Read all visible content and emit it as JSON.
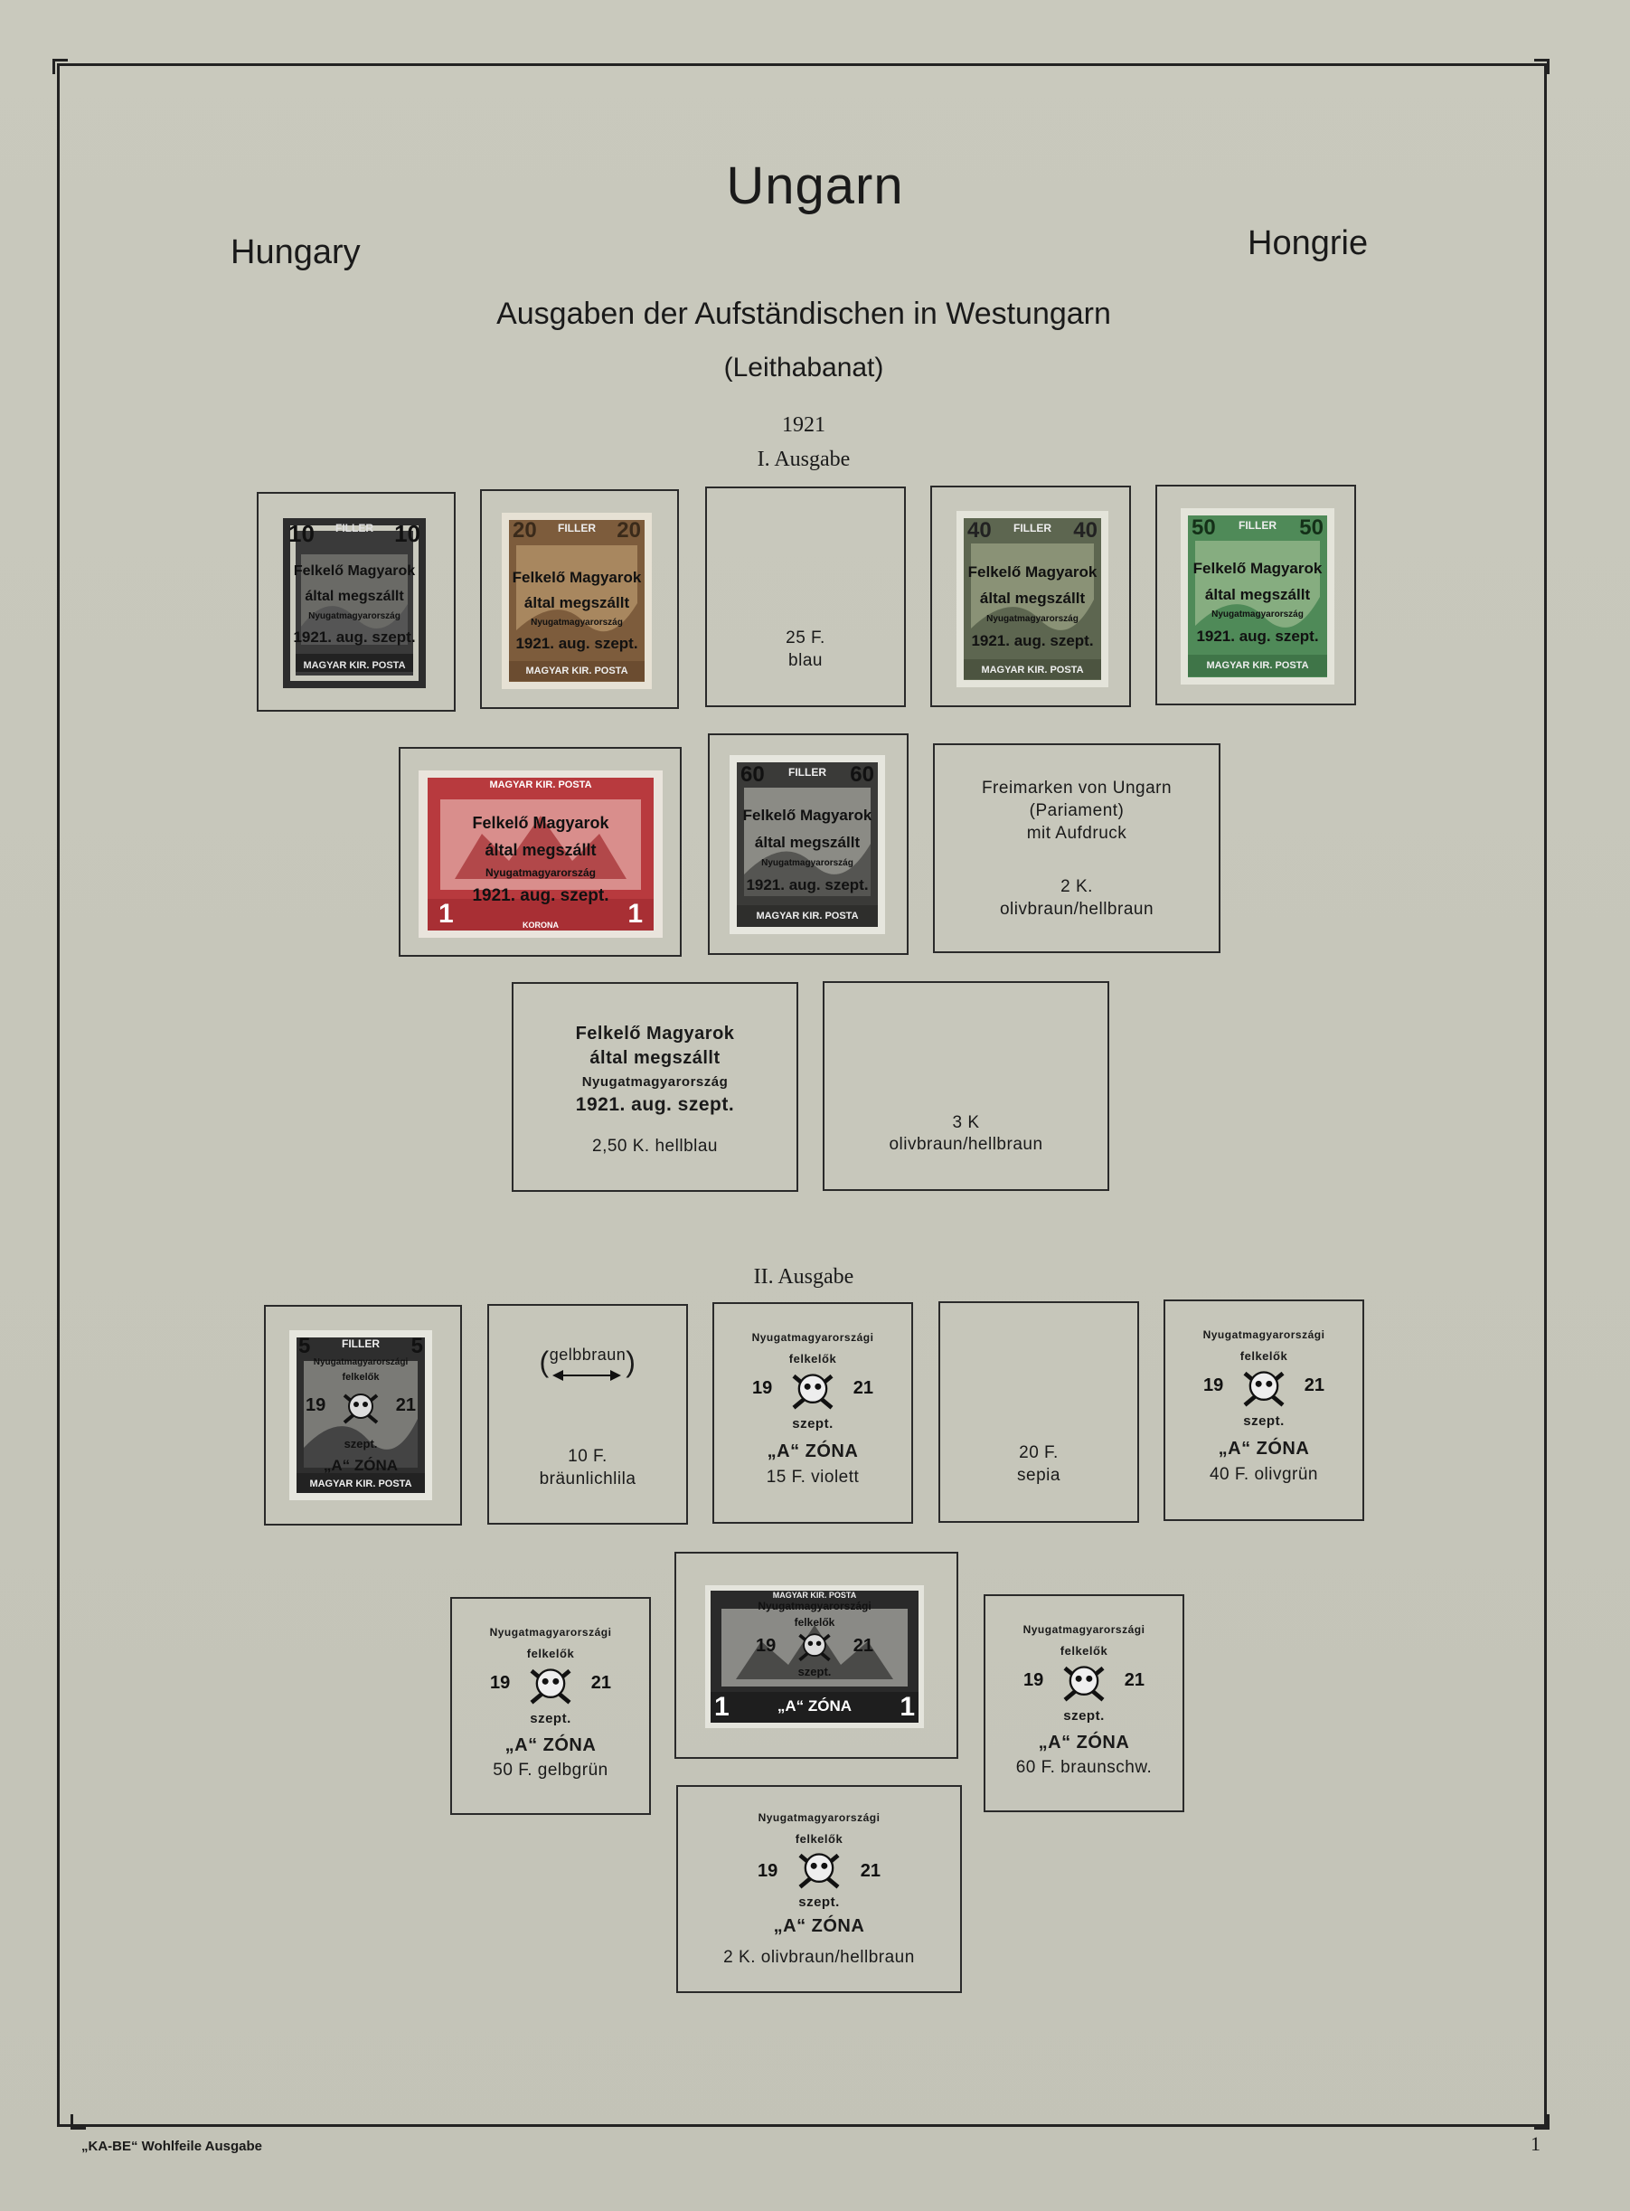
{
  "header": {
    "title": "Ungarn",
    "left": "Hungary",
    "right": "Hongrie",
    "subtitle": "Ausgaben der Aufständischen in Westungarn",
    "subtitle2": "(Leithabanat)",
    "year": "1921"
  },
  "sections": {
    "first": "I. Ausgabe",
    "second": "II. Ausgabe"
  },
  "stamp_text": {
    "filler": "FILLER",
    "posta": "MAGYAR KIR. POSTA",
    "magyar_top": "MAGYAR KIR. POSTA",
    "korona": "KORONA",
    "ov1": "Felkelő Magyarok",
    "ov2": "által megszállt",
    "ov3": "Nyugatmagyarország",
    "ov4": "1921. aug. szept.",
    "v10": "10",
    "v20": "20",
    "v40": "40",
    "v50": "50",
    "v60": "60",
    "v1": "1",
    "v5": "5",
    "z1": "Nyugatmagyarországi",
    "z2": "felkelők",
    "z19": "19",
    "z21": "21",
    "zszept": "szept.",
    "zona": "„A“ ZÓNA",
    "zona_plain": "A ZÓNA"
  },
  "row1": {
    "b3_value": "25 F.",
    "b3_color": "blau"
  },
  "row2": {
    "desc1": "Freimarken von Ungarn",
    "desc2": "(Pariament)",
    "desc3": "mit Aufdruck",
    "value": "2 K.",
    "color": "olivbraun/hellbraun"
  },
  "row3": {
    "ov1": "Felkelő Magyarok",
    "ov2": "által megszállt",
    "ov3": "Nyugatmagyarország",
    "ov4": "1921. aug. szept.",
    "caption": "2,50 K. hellblau",
    "b2_value": "3 K",
    "b2_color": "olivbraun/hellbraun"
  },
  "row4": {
    "b2_note": "gelbbraun",
    "b2_value": "10 F.",
    "b2_color": "bräunlichlila",
    "b3_caption": "15 F. violett",
    "b4_value": "20 F.",
    "b4_color": "sepia",
    "b5_caption": "40 F. olivgrün"
  },
  "row5": {
    "b1_caption": "50 F. gelbgrün",
    "b3_caption": "60 F. braunschw."
  },
  "row6": {
    "caption": "2 K. olivbraun/hellbraun"
  },
  "footer": {
    "publisher": "„KA-BE“ Wohlfeile Ausgabe",
    "page": "1"
  },
  "colors": {
    "paper": "#c6c6ba",
    "frame": "#222222",
    "stamp_black": "#2a2a2a",
    "stamp_brown": "#7a5a3a",
    "stamp_olive": "#6f7a55",
    "stamp_green": "#5f8a5a",
    "stamp_red": "#b33a3a",
    "stamp_gray": "#444444"
  }
}
